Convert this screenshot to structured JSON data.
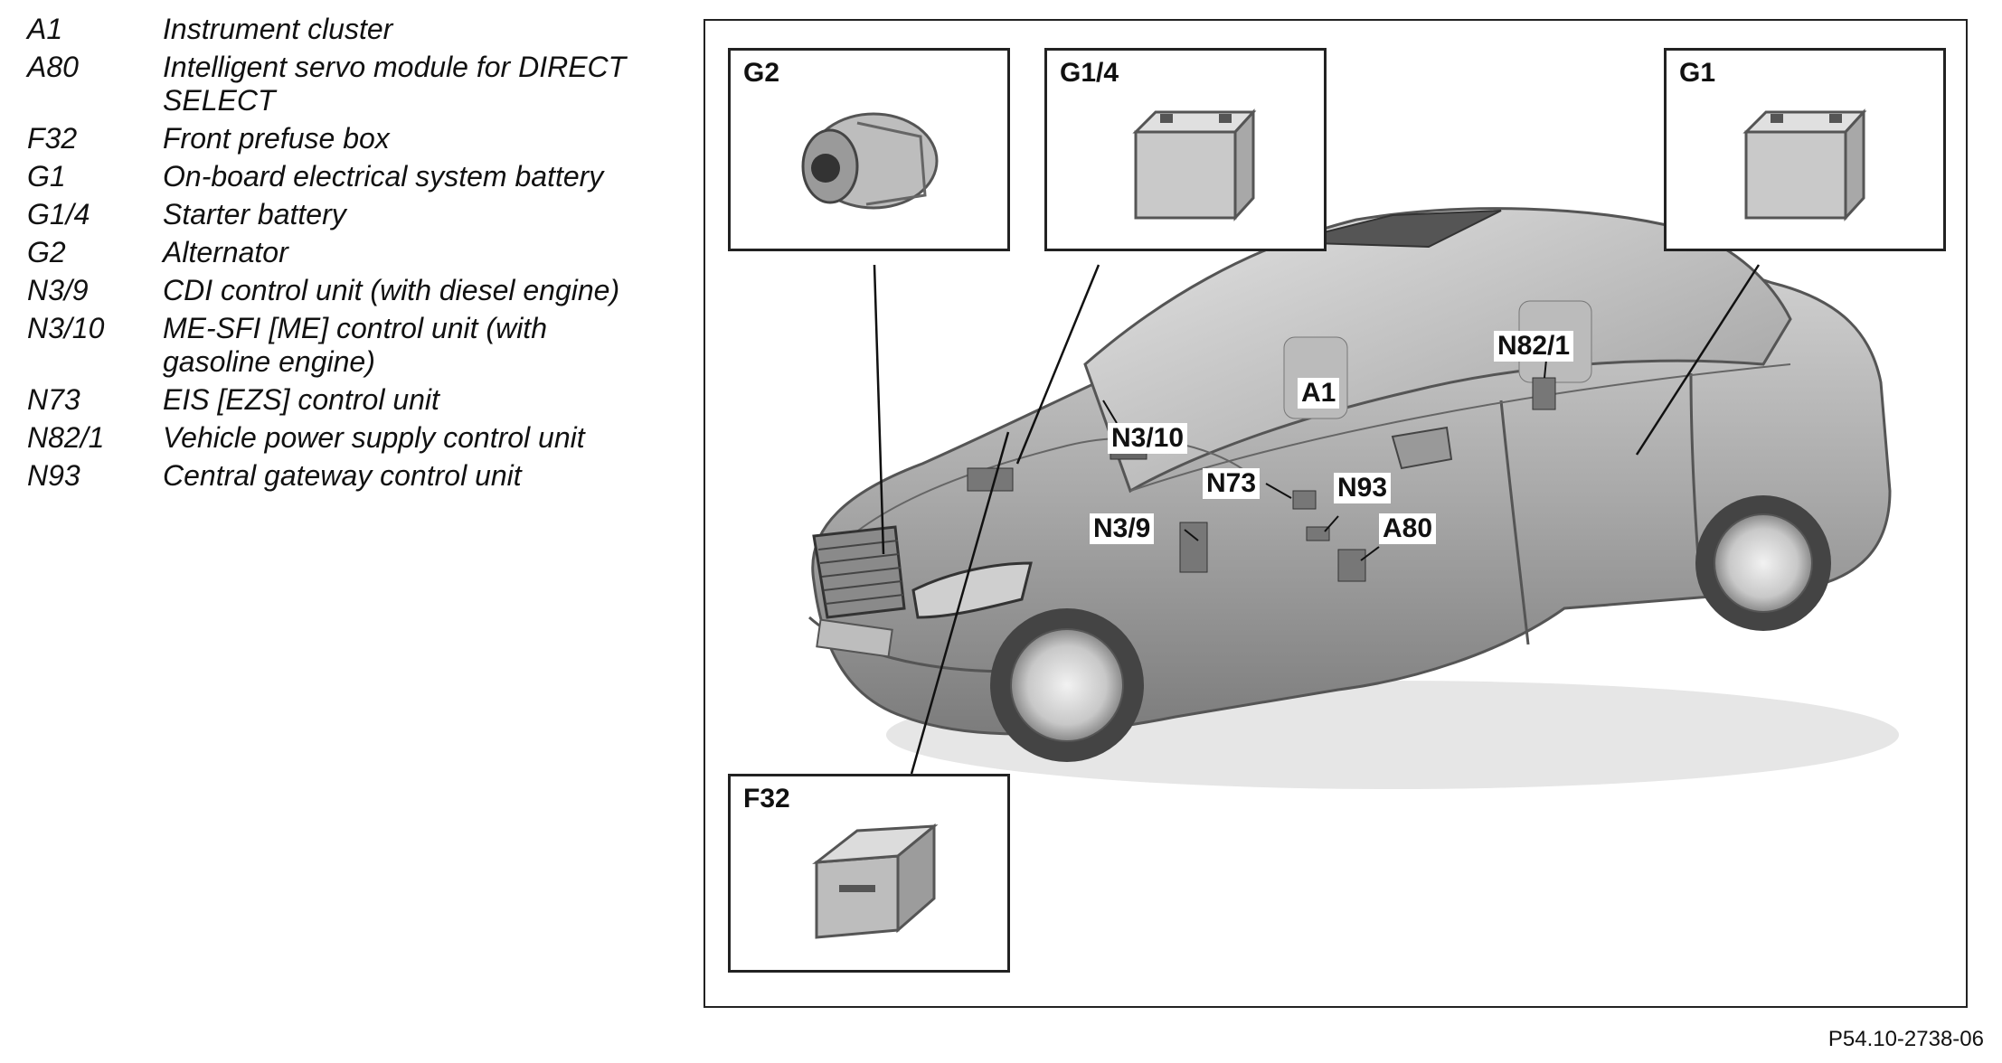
{
  "legend": [
    {
      "code": "A1",
      "description": "Instrument cluster"
    },
    {
      "code": "A80",
      "description": "Intelligent servo module for DIRECT SELECT"
    },
    {
      "code": "F32",
      "description": "Front prefuse box"
    },
    {
      "code": "G1",
      "description": "On-board electrical system battery"
    },
    {
      "code": "G1/4",
      "description": "Starter battery"
    },
    {
      "code": "G2",
      "description": "Alternator"
    },
    {
      "code": "N3/9",
      "description": "CDI control unit (with diesel engine)"
    },
    {
      "code": "N3/10",
      "description": "ME-SFI [ME] control unit (with gasoline engine)"
    },
    {
      "code": "N73",
      "description": "EIS [EZS] control unit"
    },
    {
      "code": "N82/1",
      "description": "Vehicle power supply control unit"
    },
    {
      "code": "N93",
      "description": "Central gateway control unit"
    }
  ],
  "insets": {
    "g2": "G2",
    "g14": "G1/4",
    "g1": "G1",
    "f32": "F32"
  },
  "callouts": {
    "a1": "A1",
    "n3_10": "N3/10",
    "n73": "N73",
    "n93": "N93",
    "n3_9": "N3/9",
    "a80": "A80",
    "n82_1": "N82/1"
  },
  "figure_ref": "P54.10-2738-06"
}
